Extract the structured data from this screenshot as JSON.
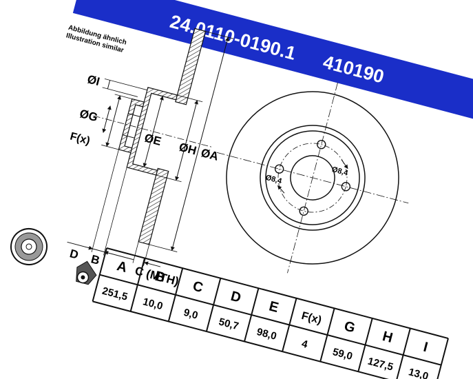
{
  "banner": {
    "part_number": "24.0110-0190.1",
    "ref_number": "410190",
    "color": "#1a2ec8"
  },
  "caption": {
    "line1": "Abbildung ähnlich",
    "line2": "Illustration similar"
  },
  "section_labels": {
    "I": "ØI",
    "G": "ØG",
    "E": "ØE",
    "H": "ØH",
    "A": "ØA",
    "F": "F(x)",
    "D": "D",
    "B": "B",
    "C": "C (MTH)"
  },
  "front_view": {
    "hole_label_1": "Ø8,4",
    "hole_label_2": "Ø8,4"
  },
  "table": {
    "headers": [
      "A",
      "B",
      "C",
      "D",
      "E",
      "F(x)",
      "G",
      "H",
      "I"
    ],
    "values": [
      "251,5",
      "10,0",
      "9,0",
      "50,7",
      "98,0",
      "4",
      "59,0",
      "127,5",
      "13,0"
    ]
  },
  "icons": [
    "brake-disc-icon",
    "caliper-icon"
  ]
}
